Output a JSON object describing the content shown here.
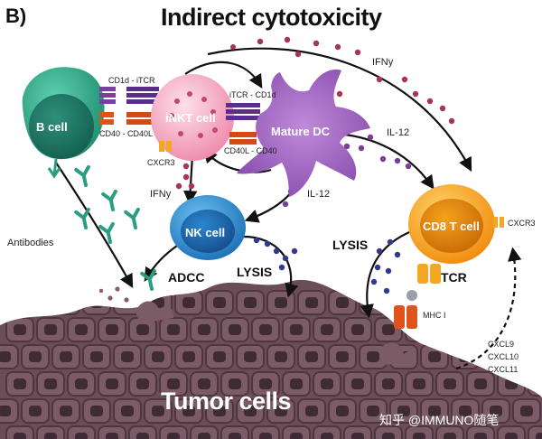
{
  "panel_letter": "B)",
  "title": "Indirect cytotoxicity",
  "cells": {
    "b_cell": "B cell",
    "inkt_cell": "iNKT cell",
    "mature_dc": "Mature DC",
    "nk_cell": "NK cell",
    "cd8_t_cell": "CD8 T cell",
    "tumor_cells": "Tumor cells"
  },
  "receptor_labels": {
    "cd1d_itcr": "CD1d - iTCR",
    "cd40_cd40l": "CD40 - CD40L",
    "itcr_cd1d": "iTCR - CD1d",
    "cd40l_cd40": "CD40L - CD40",
    "cxcr3_inkt": "CXCR3",
    "cxcr3_cd8": "CXCR3",
    "tcr": "TCR",
    "mhc1": "MHC I"
  },
  "cytokines": {
    "ifny_top": "IFNy",
    "ifny_left": "IFNy",
    "il12_right": "IL-12",
    "il12_mid": "IL-12"
  },
  "mechanisms": {
    "antibodies": "Antibodies",
    "adcc": "ADCC",
    "lysis_nk": "LYSIS",
    "lysis_cd8": "LYSIS"
  },
  "chemokines": [
    "CXCL9",
    "CXCL10",
    "CXCL11"
  ],
  "watermark": "知乎 @IMMUNO随笔",
  "colors": {
    "b_cell": "#2aa886",
    "inkt_cell": "#f4a3bd",
    "mature_dc": "#a66cc4",
    "nk_cell": "#2a8fd6",
    "cd8_t_cell": "#f5a623",
    "tumor": "#7b5c66",
    "antibody": "#2a9d82",
    "cd1d": "#7b3fa0",
    "cd40": "#e0531c",
    "ifny_dots": "#a73452",
    "il12_dots": "#7a3d99",
    "lysis_dots": "#313a8a"
  }
}
